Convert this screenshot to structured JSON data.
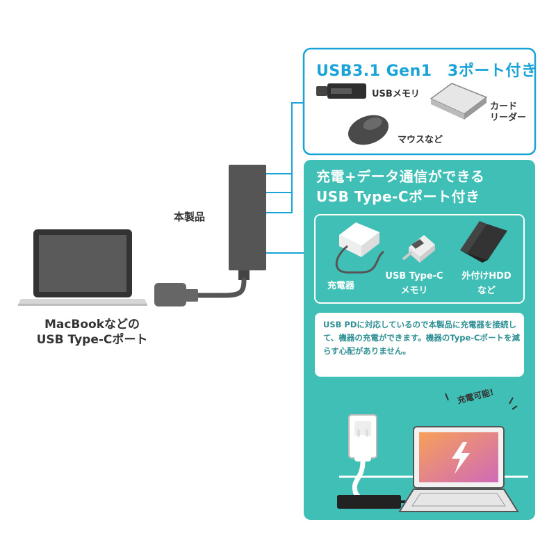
{
  "usb31_box": {
    "title": "USB3.1 Gen1　3ポート付き",
    "usb_memory_label": "USBメモリ",
    "card_reader_label": "カード\nリーダー",
    "mouse_label": "マウスなど"
  },
  "hub": {
    "label": "本製品"
  },
  "macbook": {
    "label": "MacBookなどの\nUSB Type-Cポート"
  },
  "typec_box": {
    "title": "充電+データ通信ができる\nUSB Type-Cポート付き",
    "devices": [
      {
        "label": "充電器"
      },
      {
        "label": "USB Type-C\nメモリ"
      },
      {
        "label": "外付けHDD\nなど"
      }
    ],
    "note": "USB PDに対応しているので本製品に充電器を接続して、機器の充電ができます。機器のType-Cポートを減らす心配がありません。",
    "charge_ok": "充電可能!"
  },
  "colors": {
    "accent_blue": "#1aa3d8",
    "teal": "#3fbfb5",
    "dark_gray": "#555555"
  },
  "icons": [
    "usb-memory-icon",
    "card-reader-icon",
    "mouse-icon",
    "hub-icon",
    "laptop-icon",
    "charger-icon",
    "typec-memory-icon",
    "hdd-icon",
    "outlet-icon",
    "lightning-icon"
  ]
}
